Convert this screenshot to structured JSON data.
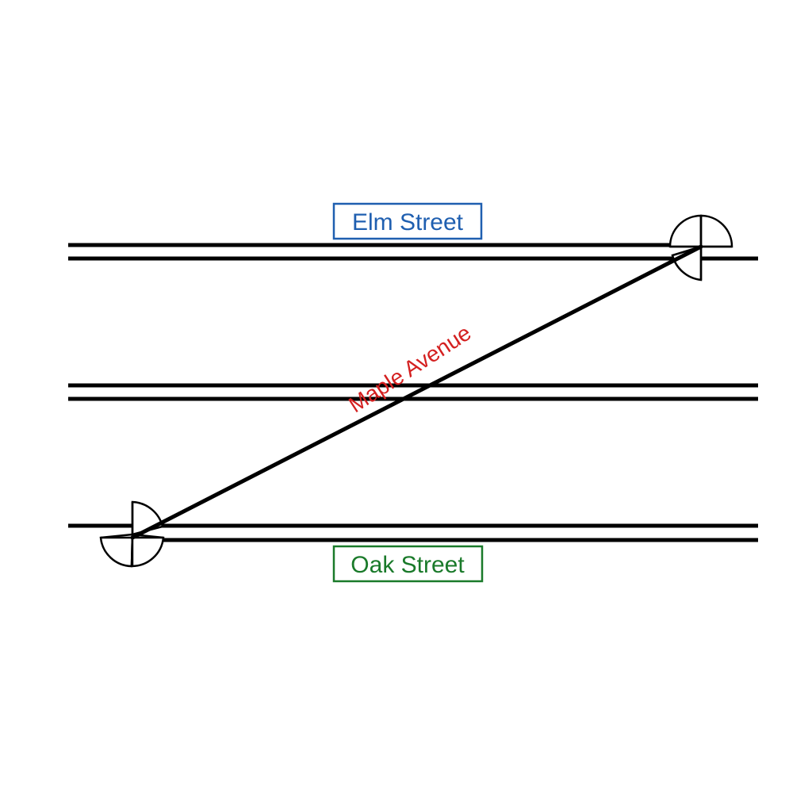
{
  "streets": {
    "elm": {
      "label": "Elm Street",
      "color": "#1f5fb0"
    },
    "oak": {
      "label": "Oak Street",
      "color": "#1a7a2a"
    },
    "middle": {
      "label": ""
    }
  },
  "diagonal": {
    "label": "Maple Avenue",
    "color": "#d42020"
  },
  "symbols": {
    "top_right": {
      "icon": "quartered-circle-icon"
    },
    "bottom_left": {
      "icon": "quartered-circle-icon"
    }
  }
}
